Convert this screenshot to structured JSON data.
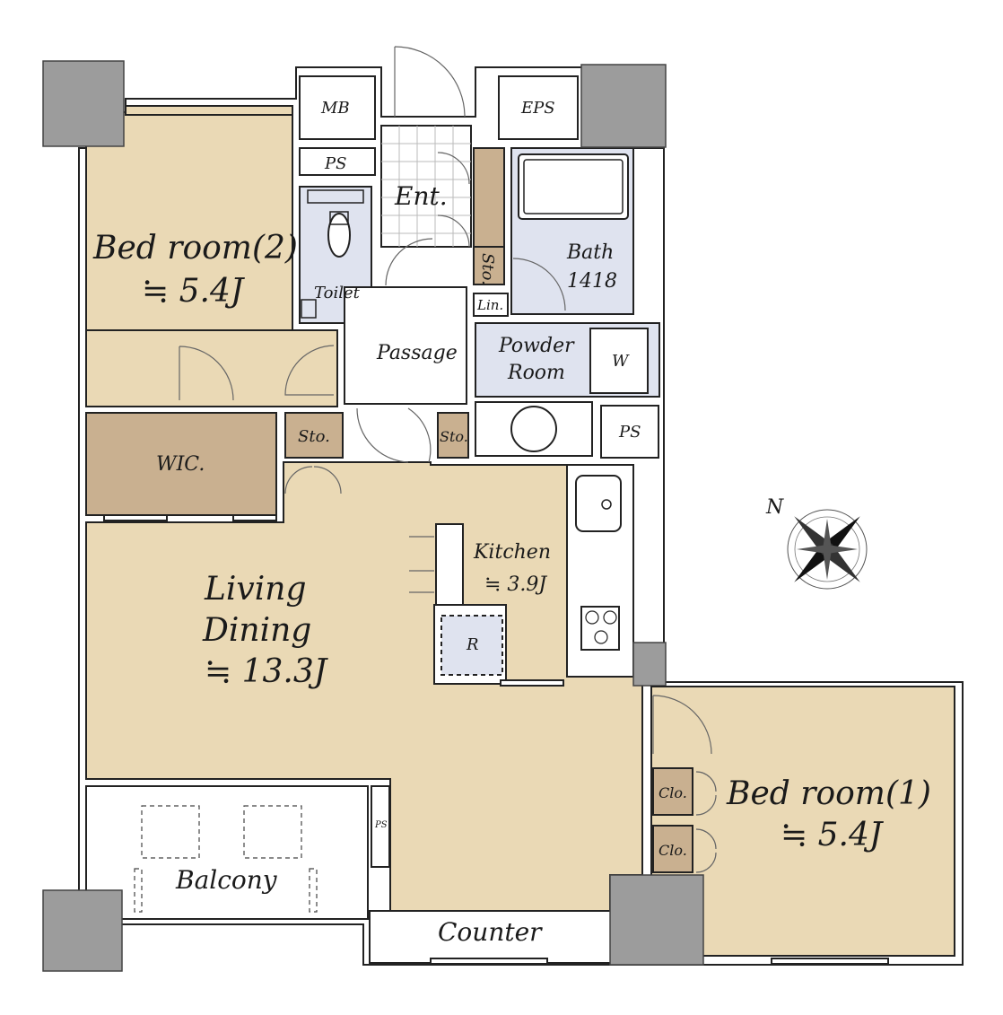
{
  "rooms": {
    "bedroom2_name": "Bed room(2)",
    "bedroom2_size": "≒ 5.4J",
    "mb": "MB",
    "eps": "EPS",
    "ps_top": "PS",
    "entrance": "Ent.",
    "toilet": "Toilet",
    "sto_vertical": "Sto.",
    "bath_name": "Bath",
    "bath_size": "1418",
    "linen": "Lin.",
    "passage": "Passage",
    "powder_line1": "Powder",
    "powder_line2": "Room",
    "washer": "W",
    "wic": "WIC.",
    "sto_left": "Sto.",
    "sto_mid": "Sto.",
    "ps_right": "PS",
    "kitchen_name": "Kitchen",
    "kitchen_size": "≒ 3.9J",
    "living_line1": "Living",
    "living_line2": "Dining",
    "living_size": "≒ 13.3J",
    "refrigerator": "R",
    "bedroom1_name": "Bed room(1)",
    "bedroom1_size": "≒ 5.4J",
    "closet1": "Clo.",
    "closet2": "Clo.",
    "ps_small": "PS",
    "balcony": "Balcony",
    "counter": "Counter"
  },
  "compass": {
    "north_label": "N",
    "icon": "compass-rose-icon"
  },
  "colors": {
    "living": "#ead9b5",
    "storage": "#c9b090",
    "wet_area": "#dfe3ef",
    "column": "#9c9c9c"
  }
}
